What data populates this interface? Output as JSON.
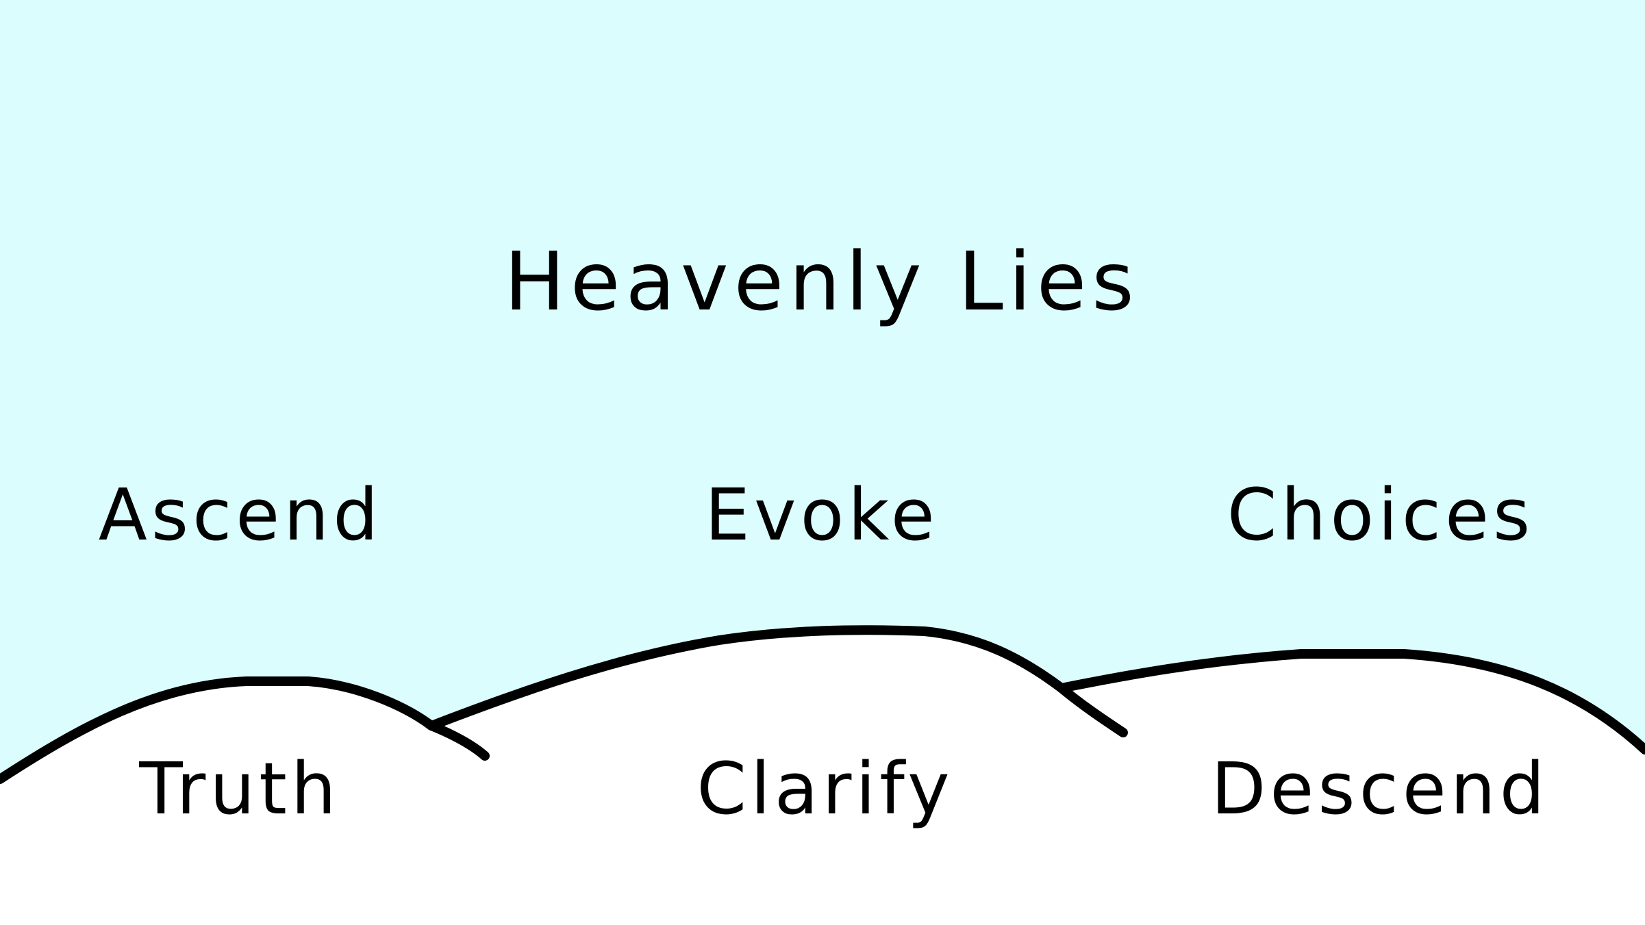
{
  "title": "Heavenly Lies",
  "sky_menu": {
    "ascend": "Ascend",
    "evoke": "Evoke",
    "choices": "Choices"
  },
  "cloud_menu": {
    "truth": "Truth",
    "clarify": "Clarify",
    "descend": "Descend"
  },
  "colors": {
    "sky": "#dcfdfd",
    "cloud": "#ffffff",
    "ink": "#000000"
  }
}
